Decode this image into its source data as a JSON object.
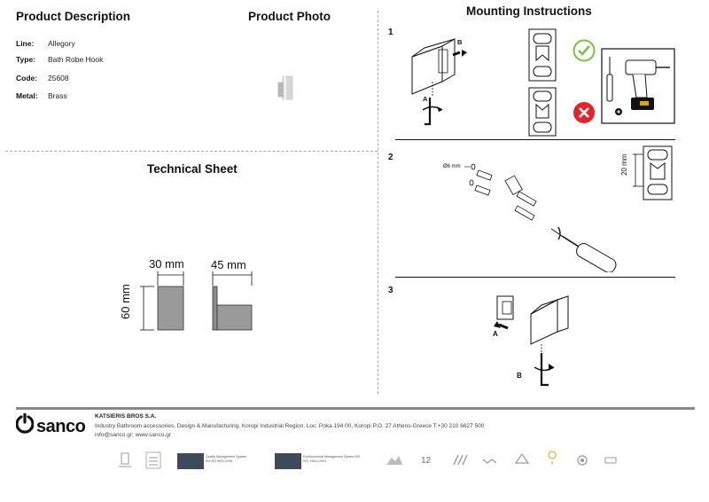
{
  "headings": {
    "product_description": "Product Description",
    "product_photo": "Product Photo",
    "mounting_instructions": "Mounting Instructions",
    "technical_sheet": "Technical Sheet"
  },
  "specs": [
    {
      "key": "Line:",
      "value": "Allegory"
    },
    {
      "key": "Type:",
      "value": "Bath Robe Hook"
    },
    {
      "key": "Code:",
      "value": "25608"
    },
    {
      "key": "Metal:",
      "value": "Brass"
    }
  ],
  "dimensions": {
    "width": "30 mm",
    "depth": "45 mm",
    "height": "60 mm"
  },
  "steps": {
    "one": "1",
    "two": "2",
    "three": "3"
  },
  "step_labels": {
    "a": "A",
    "b": "B",
    "drill": "Ø6 mm",
    "spacing": "20 mm",
    "a3": "A",
    "b3": "B"
  },
  "footer": {
    "brand": "sanco",
    "company": "KATSIERIS BROS S.A.",
    "address": "Industry Bathroom accessories, Design & Manufacturing, Koropi Industrial Region, Loc: Poka 194 00, Koropi P.O. 27  Athens-Greece  T:+30 210 6627 500",
    "contact": "info@sanco.gr; www.sanco.gr",
    "cert_quality": "Quality Management System EN ISO 9001:2008",
    "cert_env": "Environmental Management System EN ISO 14001:2004"
  },
  "colors": {
    "ok": "#7cc242",
    "bad": "#e0252c",
    "metal": "#9a9a9a",
    "rule": "#8a8a8a"
  }
}
